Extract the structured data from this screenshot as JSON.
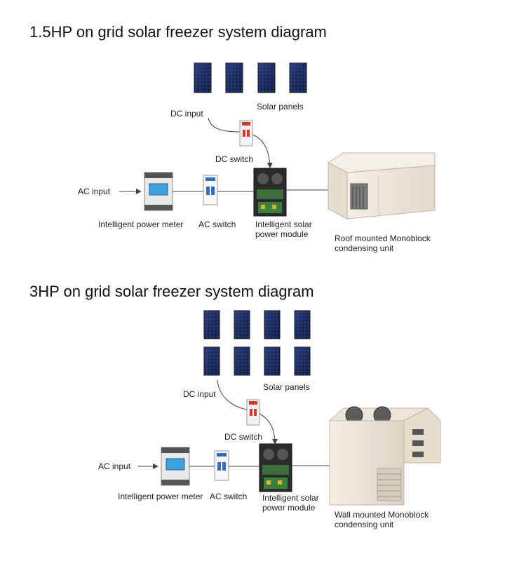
{
  "diagrams": [
    {
      "title": "1.5HP on grid solar freezer system diagram",
      "labels": {
        "dc_input": "DC input",
        "solar_panels": "Solar panels",
        "dc_switch": "DC switch",
        "ac_input": "AC input",
        "power_meter": "Intelligent power meter",
        "ac_switch": "AC switch",
        "power_module_line1": "Intelligent solar",
        "power_module_line2": "power module",
        "condensing_line1": "Roof mounted Monoblock",
        "condensing_line2": "condensing unit"
      }
    },
    {
      "title": "3HP on grid solar freezer system diagram",
      "labels": {
        "dc_input": "DC input",
        "solar_panels": "Solar panels",
        "dc_switch": "DC switch",
        "ac_input": "AC input",
        "power_meter": "Intelligent power meter",
        "ac_switch": "AC switch",
        "power_module_line1": "Intelligent solar",
        "power_module_line2": "power module",
        "condensing_line1": "Wall mounted Monoblock",
        "condensing_line2": "condensing unit"
      }
    }
  ],
  "colors": {
    "panel": "#1c2a5a",
    "panel_highlight": "#5a7ac8",
    "line": "#444444",
    "switch_red": "#d8362b",
    "switch_blue": "#2f6fc4",
    "unit_body": "#efe8dc"
  }
}
